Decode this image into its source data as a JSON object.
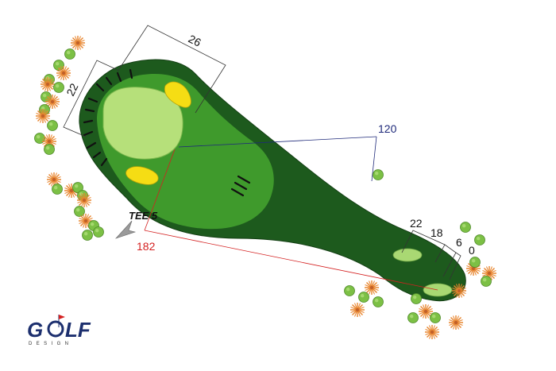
{
  "hole": {
    "tee_label": "TEE 5"
  },
  "measurements": {
    "green_width": "26",
    "green_depth": "22",
    "tee_to_center": "182",
    "layup_distance": "120",
    "front_dist_a": "22",
    "front_dist_b": "18",
    "front_dist_c": "6",
    "front_dist_d": "0"
  },
  "logo": {
    "word_g": "G",
    "word_lf": "LF",
    "tagline": "DESIGN"
  },
  "colors": {
    "rough": "#1d5a1d",
    "fairway": "#3f9a2c",
    "green": "#b6e07a",
    "tee_box": "#a9d873",
    "bunker": "#f5dd14",
    "tree_round": "#7cc045",
    "tree_spiky": "#e8852e",
    "dim_black": "#333333",
    "dim_blue": "#1f2a7a",
    "dim_red": "#d42020",
    "logo_blue": "#1c2f6e"
  }
}
